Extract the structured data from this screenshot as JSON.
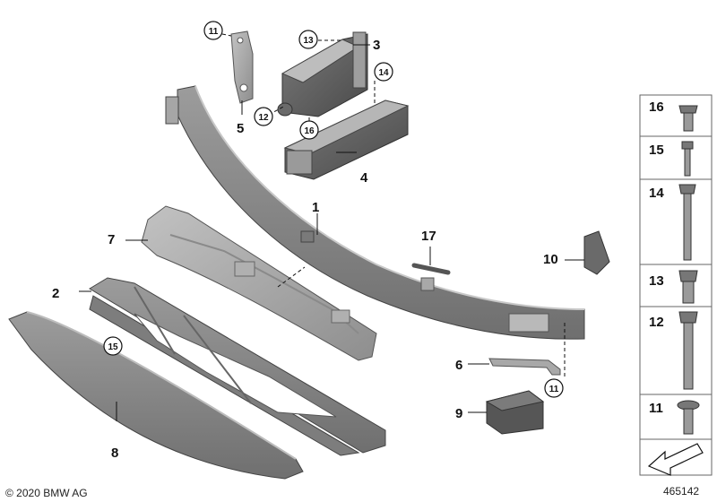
{
  "diagram": {
    "labels": {
      "p1": "1",
      "p2": "2",
      "p3": "3",
      "p4": "4",
      "p5": "5",
      "p6": "6",
      "p7": "7",
      "p8": "8",
      "p9": "9",
      "p10": "10",
      "p17": "17"
    },
    "circled": {
      "c11_top": "11",
      "c13": "13",
      "c14": "14",
      "c12": "12",
      "c16": "16",
      "c15": "15",
      "c11_bottom": "11"
    },
    "sidebar": [
      {
        "label": "16"
      },
      {
        "label": "15"
      },
      {
        "label": "14"
      },
      {
        "label": "13"
      },
      {
        "label": "12"
      },
      {
        "label": "11"
      }
    ],
    "copyright": "© 2020 BMW AG",
    "diagram_number": "465142",
    "colors": {
      "part_fill": "#8a8a8a",
      "part_dark": "#5f5f5f",
      "part_light": "#b4b4b4",
      "line": "#333333"
    }
  }
}
